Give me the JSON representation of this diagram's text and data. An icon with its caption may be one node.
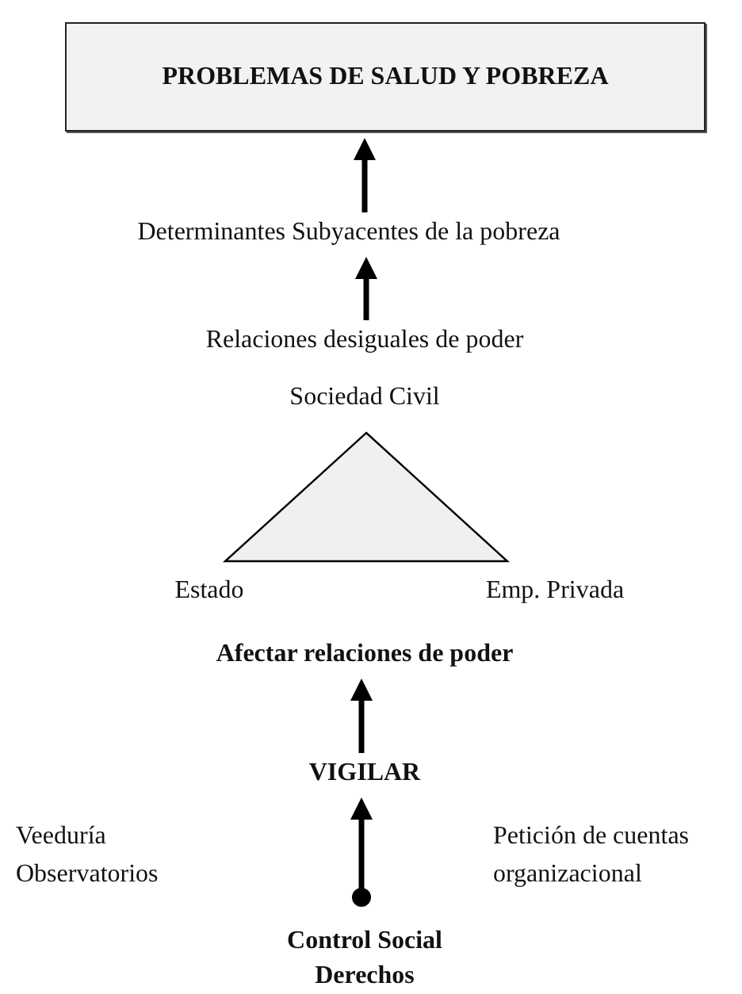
{
  "diagram": {
    "nodes": [
      {
        "text": [
          "PROBLEMAS DE SALUD Y POBREZA"
        ]
      },
      {
        "text": [
          "Determinantes Subyacentes de la pobreza"
        ]
      },
      {
        "text": [
          "Relaciones desiguales de poder"
        ]
      },
      {
        "text": [
          "Sociedad Civil"
        ],
        "beside": [
          "Estado",
          "Emp. Privada"
        ]
      },
      {
        "text": [
          "Afectar relaciones de poder"
        ]
      },
      {
        "text": [
          "VIGILAR"
        ]
      },
      {
        "text": [],
        "shape": "circle"
      },
      {
        "text": [
          "Control Social Derechos"
        ]
      }
    ],
    "edges": [
      {
        "from": 1,
        "to": 0,
        "arrow": "to"
      },
      {
        "from": 2,
        "to": 1,
        "arrow": "to"
      },
      {
        "from": 5,
        "to": 4,
        "arrow": "to"
      },
      {
        "from": 6,
        "to": 5,
        "arrow": "to"
      }
    ],
    "labels": [
      "Veeduría Observatorios",
      "Petición de cuentas organizacional"
    ]
  }
}
